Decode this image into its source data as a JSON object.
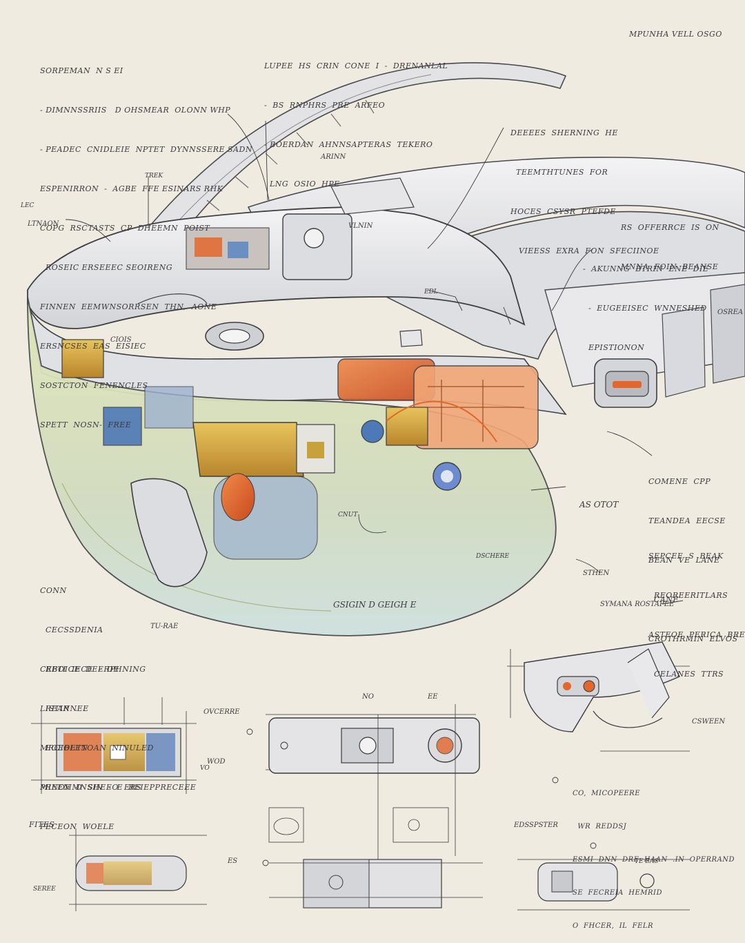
{
  "notes": {
    "top_left": [
      "SORPEMAN  N S EI",
      "- DIMNNSSRIIS   D OHSMEAR  OLONN WHP",
      "- PEADEC  CNIDLEIE  NPTET  DYNNSSERE SADN",
      "ESPENIRRON  -  AGBE  FFE ESINARS RHK",
      "COPG  RSCTASTS  CP  DHEEMN  POIST",
      "  ROSEIC ERSEEEC SEOIRENG",
      "FINNEN  EEMWNSORRSEN  THN,  AONE",
      "ERSNCSES  EAS  EISIEC",
      "SOSTCTON  FENENCLES",
      "SPETT  NOSN-  FREE"
    ],
    "top_center": [
      "LUPEE  HS  CRIN  CONE  I  -  DRENANLAL",
      "-  BS  RNPHRS  PRE  ARFEO",
      "- BOERDAN  AHNNSAPTERAS  TEKERO",
      "  LNG  OSIO  HPE"
    ],
    "top_right": "MPUNHA VELL OSGO",
    "right_1": [
      "DEEEES  SHERNING  HE",
      "  TEEMTHTUNES  FOR",
      "HOCES  CSYSR  PTEFDE",
      "   VIEESS  EXRA  FON  SFECIINOE"
    ],
    "right_2": [
      "RS  OFFERRCE  IS  ON",
      "MNNA  FOIN  BEANSE"
    ],
    "right_3": [
      "-  AKUNNG  BTRIN  ENE  DIE",
      "  -  EUGEEISEC  WNNESHED",
      "  EPISTIONON"
    ],
    "right_4": [
      "COMENE  CPP",
      "TEANDEA  EECSE",
      "BEAN  VE  LANE",
      "  CANE",
      "CROTHRMIN  ELVOS"
    ],
    "right_5": [
      "SEPCEE  S  BEAK",
      "  REOREERITLARS",
      "ASTEOE  PERICA  BREO",
      "  CELANES  TTRS"
    ],
    "left_1": [
      "CONN",
      "  CECSSDENIA",
      "  RETI  IECE  -  DE",
      "LISTINNEE",
      "  EOEBLEN",
      "PREEN  D  SHEEO  ERS"
    ],
    "left_2": [
      "CEBOICE  DEERPHNING",
      "  REAR  .  .",
      "MRCIOETTOAN  NINULED",
      "MINOHMNSIN  -  E  REIEPPRECEEE",
      "PECEON  WOELE"
    ],
    "lower_right": [
      "CO,  MICOPEERE",
      "  WR  REDDSJ",
      "ESMI  DNN  DRE  HAAN  .IN  OPERRAND",
      "SE  FECREIA  HEMRID",
      "O  FHCER,  IL  FELR"
    ],
    "bottom_left": "FITES"
  },
  "labels": {
    "lens_text": "GSIGIN  D  GEIGH  E",
    "brand_mark": "VLNIN",
    "front_mark": "CIOIS",
    "side_mark": "OSREA",
    "lr_ltnaon": "LTNAON",
    "lr_hot_left": "LEC",
    "no_dim": "NO",
    "ee_dim": "EE",
    "es_dim": "ES",
    "vo_dim": "VO",
    "wo_dim": "WOD",
    "oc_dim": "OVCERRE",
    "asotb": "AS OTOT",
    "thra": "TU-RAE",
    "stn": "STHEN",
    "ebss": "EDSSPSTER",
    "cnut": "CNUT",
    "ds": "DSCHERE",
    "ro_note": "SYMANA ROSTAPEE",
    "arinn": "ARINN",
    "trek": "TREK",
    "ebu": "EDL",
    "ccup": "CSWEEN",
    "ree": "SEREE",
    "sor": "TE EAS"
  },
  "colors": {
    "paper": "#efebe1",
    "ink": "#3b3a3c",
    "shell": "#e6e6e8",
    "lens": "#d9e2b4",
    "orange": "#e2672c",
    "gold": "#d9a93a",
    "blue": "#4e79b7"
  }
}
